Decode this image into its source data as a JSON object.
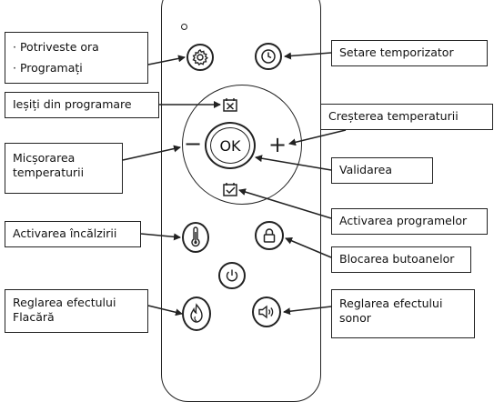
{
  "labels": {
    "adjust_time": "Potriveste ora",
    "program": "Programați",
    "exit_program": "Ieșiți din programare",
    "decrease_temp_1": "Micșorarea",
    "decrease_temp_2": "temperaturii",
    "heating": "Activarea încălzirii",
    "flame_1": "Reglarea efectului",
    "flame_2": "Flacără",
    "timer": "Setare temporizator",
    "increase_temp": "Creșterea temperaturii",
    "validate": "Validarea",
    "programs": "Activarea programelor",
    "lock": "Blocarea butoanelor",
    "sound_1": "Reglarea efectului",
    "sound_2": "sonor"
  },
  "remote": {
    "ok_label": "OK",
    "minus": "−",
    "plus": "+"
  },
  "colors": {
    "line": "#222222",
    "background": "#ffffff"
  }
}
